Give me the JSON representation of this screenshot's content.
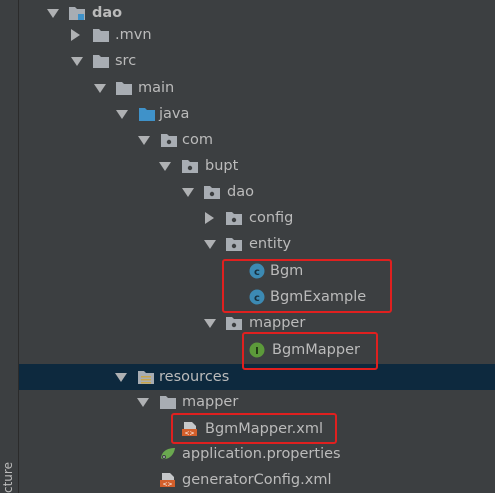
{
  "side_panel": {
    "label": "cture"
  },
  "tree": [
    {
      "label": "dao",
      "icon": "module-folder-icon",
      "expanded": true,
      "bold": true
    },
    {
      "label": ".mvn",
      "icon": "folder-icon",
      "expanded": false
    },
    {
      "label": "src",
      "icon": "folder-icon",
      "expanded": true
    },
    {
      "label": "main",
      "icon": "folder-icon",
      "expanded": true
    },
    {
      "label": "java",
      "icon": "source-root-icon",
      "expanded": true
    },
    {
      "label": "com",
      "icon": "package-icon",
      "expanded": true
    },
    {
      "label": "bupt",
      "icon": "package-icon",
      "expanded": true
    },
    {
      "label": "dao",
      "icon": "package-icon",
      "expanded": true
    },
    {
      "label": "config",
      "icon": "package-icon",
      "expanded": false
    },
    {
      "label": "entity",
      "icon": "package-icon",
      "expanded": true
    },
    {
      "label": "Bgm",
      "icon": "class-icon"
    },
    {
      "label": "BgmExample",
      "icon": "class-icon"
    },
    {
      "label": "mapper",
      "icon": "package-icon",
      "expanded": true
    },
    {
      "label": "BgmMapper",
      "icon": "interface-icon"
    },
    {
      "label": "resources",
      "icon": "resources-root-icon",
      "expanded": true,
      "selected": true
    },
    {
      "label": "mapper",
      "icon": "folder-icon",
      "expanded": true
    },
    {
      "label": "BgmMapper.xml",
      "icon": "xml-file-icon"
    },
    {
      "label": "application.properties",
      "icon": "properties-file-icon"
    },
    {
      "label": "generatorConfig.xml",
      "icon": "xml-file-icon"
    }
  ],
  "colors": {
    "background": "#3c3f41",
    "selection": "#0d293e",
    "highlight": "#e0201f",
    "folder": "#a8adb3",
    "source_root": "#3f92c9",
    "class_badge": "#3c8ab3",
    "interface_badge": "#5c9a3a"
  }
}
